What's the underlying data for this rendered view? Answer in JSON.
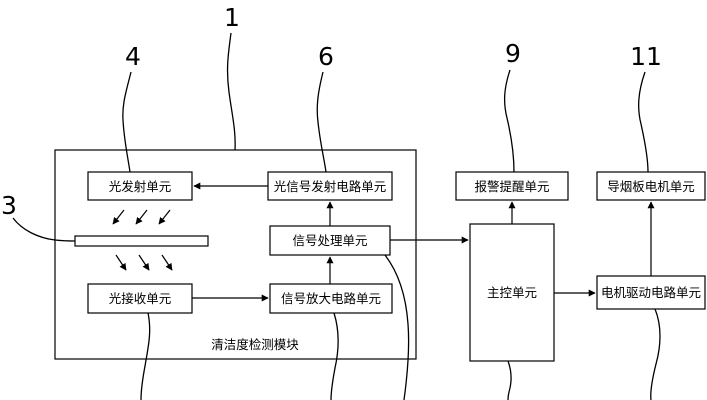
{
  "module": {
    "label": "清洁度检测模块"
  },
  "blocks": {
    "light_emit": "光发射单元",
    "light_signal_emit_circuit": "光信号发射电路单元",
    "signal_processing": "信号处理单元",
    "light_receive": "光接收单元",
    "signal_amp_circuit": "信号放大电路单元",
    "alarm": "报警提醒单元",
    "main_control": "主控单元",
    "damper_motor": "导烟板电机单元",
    "motor_drive_circuit": "电机驱动电路单元"
  },
  "reference_numerals": {
    "n1": "1",
    "n3": "3",
    "n4": "4",
    "n6": "6",
    "n9": "9",
    "n11": "11"
  }
}
